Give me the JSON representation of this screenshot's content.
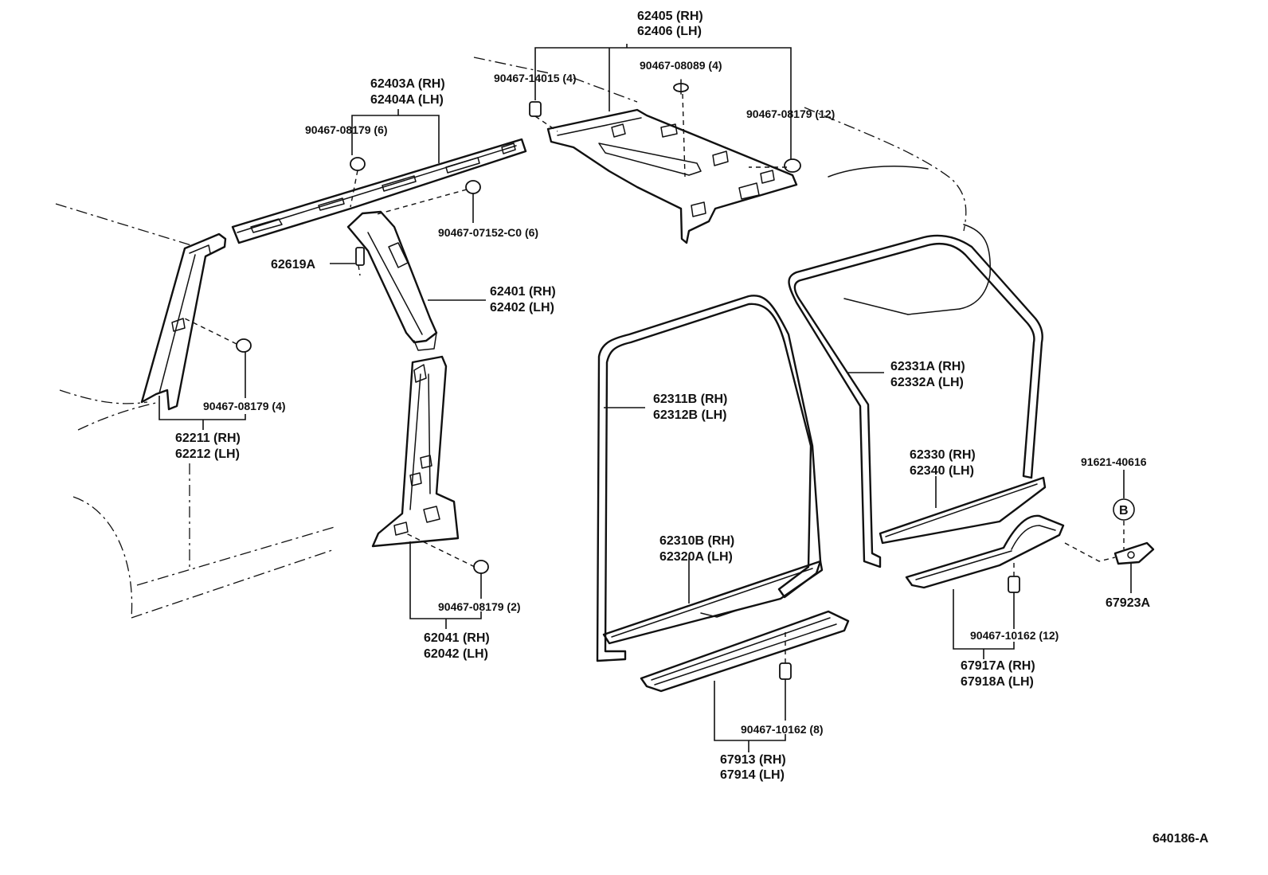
{
  "diagram_id": "640186-A",
  "callouts": {
    "roof_side_rh": "62405 (RH)",
    "roof_side_lh": "62406 (LH)",
    "clip_14015": "90467-14015 (4)",
    "clip_08089": "90467-08089 (4)",
    "clip_08179_12": "90467-08179 (12)",
    "rail_rh": "62403A (RH)",
    "rail_lh": "62404A (LH)",
    "clip_08179_6": "90467-08179 (6)",
    "clip_07152": "90467-07152-C0 (6)",
    "part_62619": "62619A",
    "apillar_rh": "62401 (RH)",
    "apillar_lh": "62402 (LH)",
    "clip_08179_4": "90467-08179 (4)",
    "front_pillar_rh": "62211 (RH)",
    "front_pillar_lh": "62212 (LH)",
    "clip_08179_2": "90467-08179 (2)",
    "center_pillar_rh": "62041 (RH)",
    "center_pillar_lh": "62042 (LH)",
    "front_weather_rh": "62311B (RH)",
    "front_weather_lh": "62312B (LH)",
    "rear_weather_rh": "62331A (RH)",
    "rear_weather_lh": "62332A (LH)",
    "front_sill_rh": "62310B (RH)",
    "front_sill_lh": "62320A (LH)",
    "rear_sill_rh": "62330 (RH)",
    "rear_sill_lh": "62340 (LH)",
    "clip_10162_8": "90467-10162 (8)",
    "front_scuff_rh": "67913 (RH)",
    "front_scuff_lh": "67914 (LH)",
    "clip_10162_12": "90467-10162 (12)",
    "rear_scuff_rh": "67917A (RH)",
    "rear_scuff_lh": "67918A (LH)",
    "bolt_91621": "91621-40616",
    "ref_b": "B",
    "bracket_67923": "67923A"
  }
}
